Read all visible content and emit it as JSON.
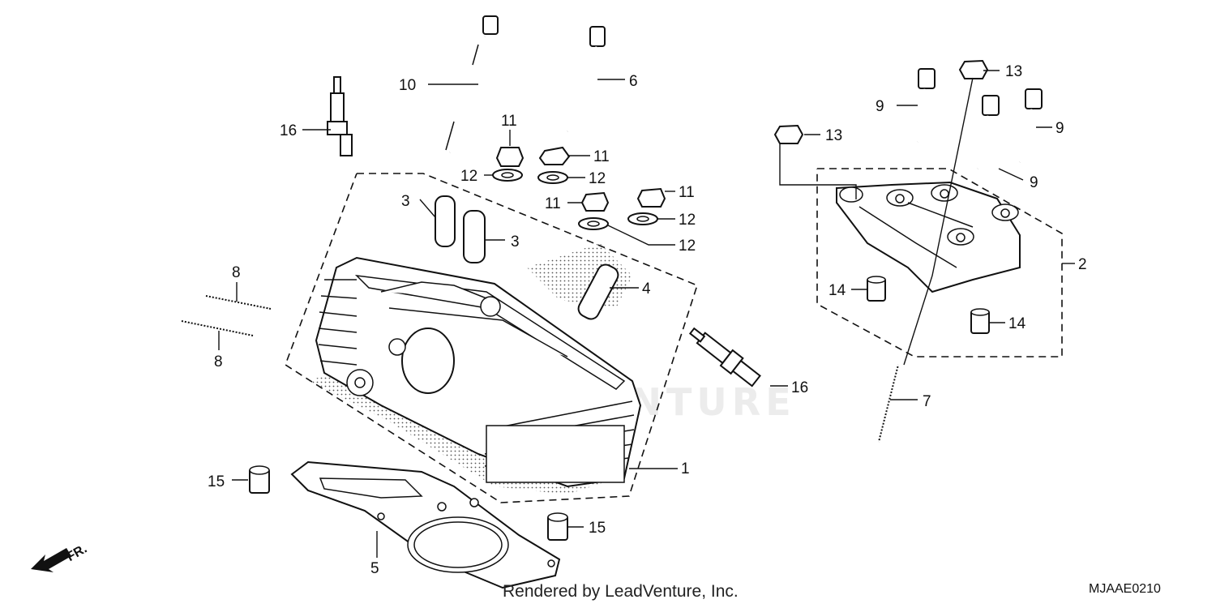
{
  "diagram": {
    "footer": "Rendered by LeadVenture, Inc.",
    "code": "MJAAE0210",
    "watermark": "LEADVENTURE",
    "direction_label": "FR.",
    "callouts": {
      "c1": "1",
      "c2": "2",
      "c3a": "3",
      "c3b": "3",
      "c4": "4",
      "c5": "5",
      "c6": "6",
      "c7": "7",
      "c8a": "8",
      "c8b": "8",
      "c9a": "9",
      "c9b": "9",
      "c9c": "9",
      "c10": "10",
      "c11a": "11",
      "c11b": "11",
      "c11c": "11",
      "c11d": "11",
      "c12a": "12",
      "c12b": "12",
      "c12c": "12",
      "c12d": "12",
      "c13a": "13",
      "c13b": "13",
      "c14a": "14",
      "c14b": "14",
      "c15a": "15",
      "c15b": "15",
      "c16a": "16",
      "c16b": "16"
    }
  }
}
